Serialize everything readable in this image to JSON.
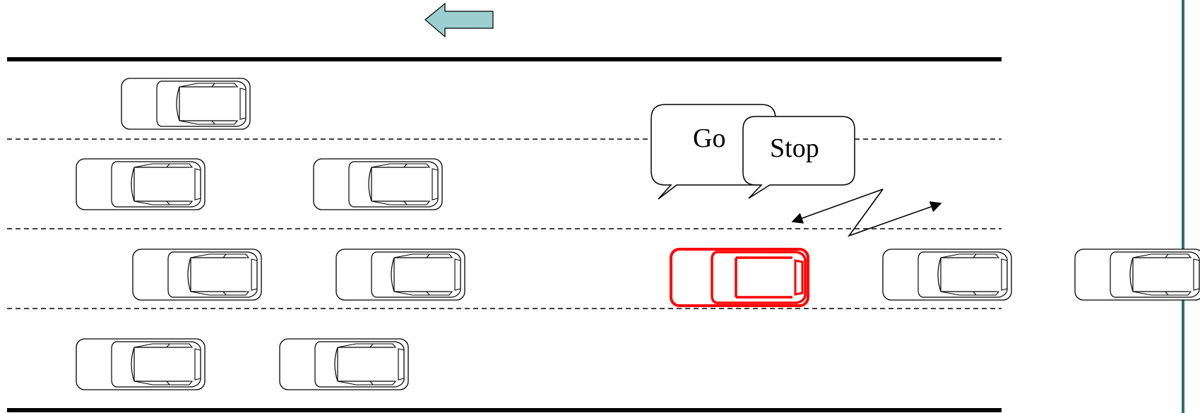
{
  "labels": {
    "go": "Go",
    "stop": "Stop"
  },
  "cars": [
    {
      "lane": 1,
      "kind": "normal"
    },
    {
      "lane": 2,
      "kind": "normal"
    },
    {
      "lane": 2,
      "kind": "normal"
    },
    {
      "lane": 3,
      "kind": "normal"
    },
    {
      "lane": 3,
      "kind": "normal"
    },
    {
      "lane": 3,
      "kind": "highlighted"
    },
    {
      "lane": 3,
      "kind": "normal"
    },
    {
      "lane": 3,
      "kind": "normal"
    },
    {
      "lane": 4,
      "kind": "normal"
    },
    {
      "lane": 4,
      "kind": "normal"
    }
  ],
  "icons": {
    "direction": "left-arrow-icon",
    "signal": "wireless-signal-icon"
  },
  "colors": {
    "arrow_fill": "#9ccfcf",
    "highlight": "#ff0000",
    "border": "#2f6f6f"
  }
}
